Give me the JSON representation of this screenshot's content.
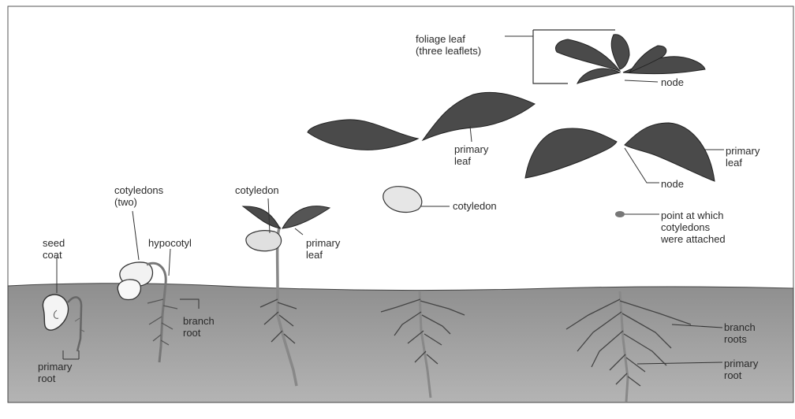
{
  "labels": {
    "seed_coat": "seed\ncoat",
    "primary_root_1": "primary\nroot",
    "cotyledons_two": "cotyledons\n(two)",
    "hypocotyl": "hypocotyl",
    "branch_root": "branch\nroot",
    "cotyledon_3": "cotyledon",
    "primary_leaf_3": "primary\nleaf",
    "primary_leaf_4": "primary\nleaf",
    "cotyledon_4": "cotyledon",
    "foliage_leaf": "foliage leaf\n(three leaflets)",
    "node_top": "node",
    "primary_leaf_5": "primary\nleaf",
    "node_mid": "node",
    "cotyledon_point": "point at which\ncotyledons\nwere attached",
    "branch_roots": "branch\nroots",
    "primary_root_5": "primary\nroot"
  },
  "colors": {
    "soil": "#9c9c9c",
    "leaf": "#4a4a4a",
    "stem": "#d8d8d8",
    "outline": "#333333"
  }
}
